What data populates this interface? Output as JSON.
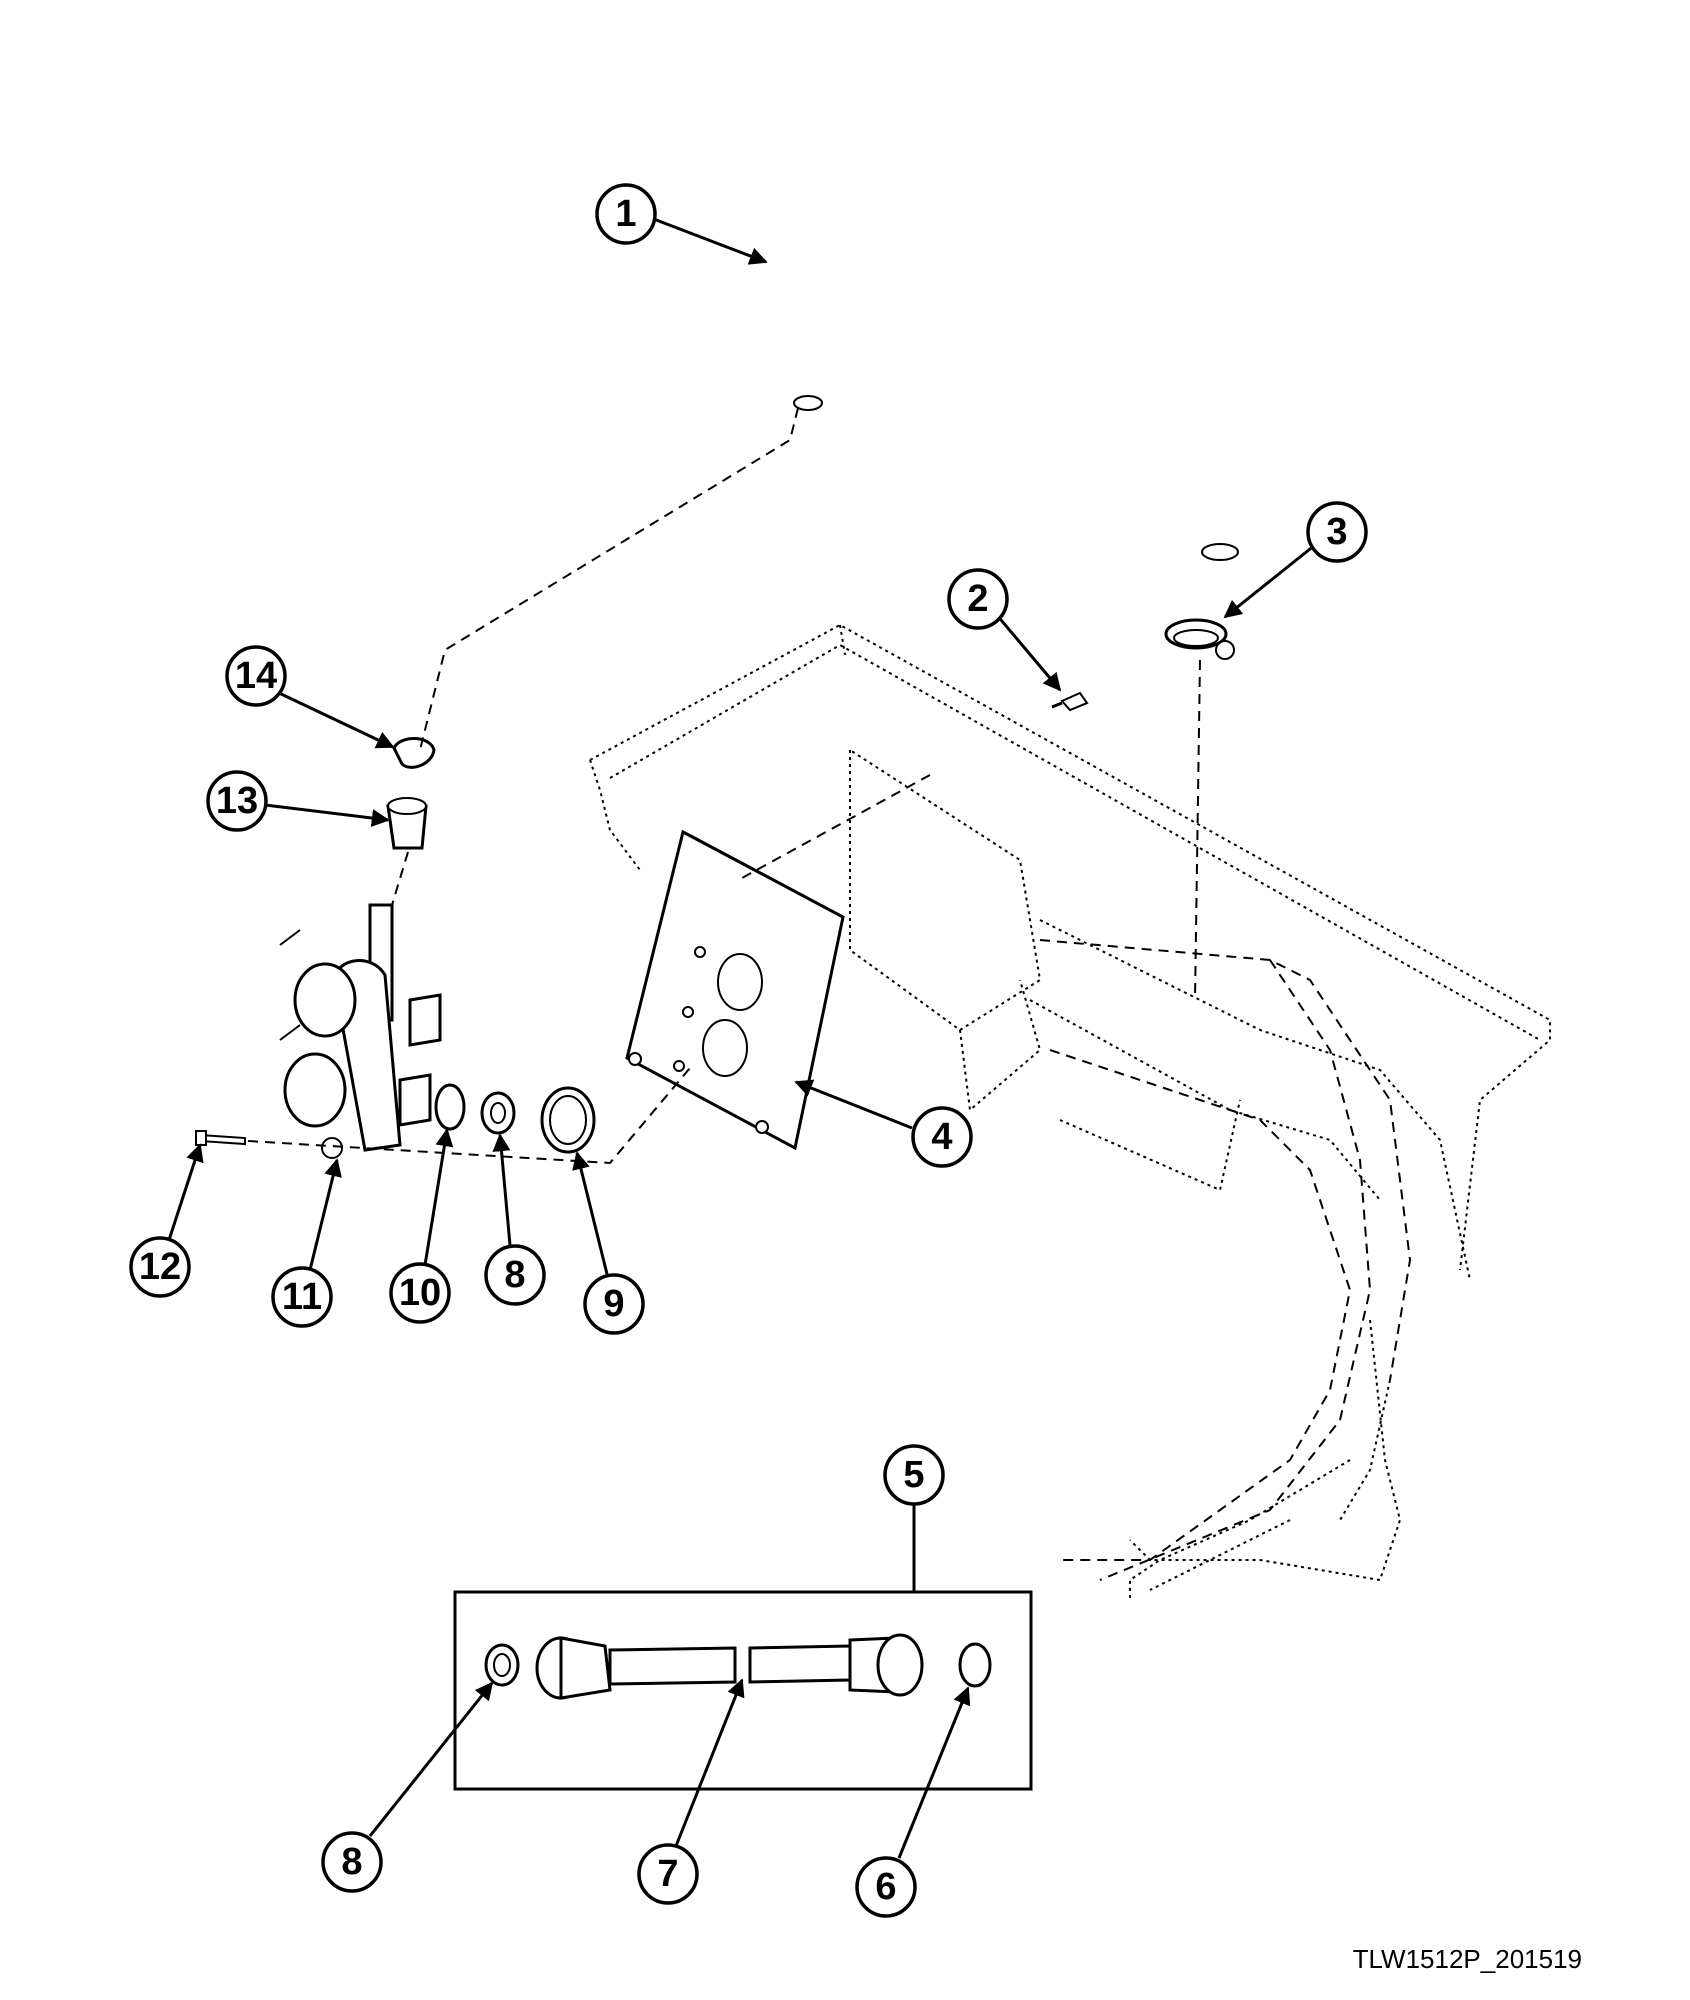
{
  "callouts": [
    "1",
    "2",
    "3",
    "4",
    "5",
    "6",
    "7",
    "8",
    "8",
    "9",
    "10",
    "11",
    "12",
    "13",
    "14"
  ],
  "reference_code": "TLW1512P_201519",
  "colors": {
    "line": "#000000",
    "background": "#ffffff"
  }
}
